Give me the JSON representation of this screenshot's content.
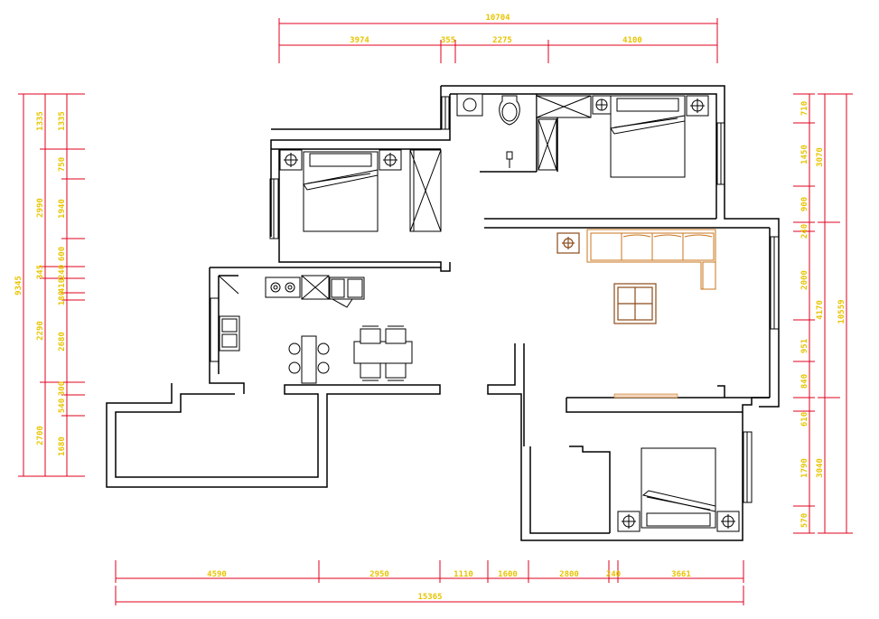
{
  "colors": {
    "dimension_line": "#e0001c",
    "dimension_text": "#e8c400",
    "wall": "#000000",
    "sofa": "#c8741e",
    "table": "#8c4b19"
  },
  "dims": {
    "top_total": "10704",
    "top_segments": [
      "3974",
      "355",
      "2275",
      "4100"
    ],
    "bottom_segments": [
      "4590",
      "2950",
      "1110",
      "1600",
      "2800",
      "240",
      "3661"
    ],
    "bottom_total": "15365",
    "left_total": "9345",
    "left_mid": [
      "1335",
      "2990",
      "345",
      "2290",
      "2700"
    ],
    "left_inner": [
      "1335",
      "750",
      "1940",
      "600",
      "240",
      "410",
      "180",
      "2680",
      "300",
      "540",
      "1680"
    ],
    "right_inner": [
      "710",
      "1450",
      "900",
      "240",
      "2000",
      "951",
      "840",
      "610",
      "1790",
      "570"
    ],
    "right_mid": [
      "3070",
      "4170",
      "3040"
    ],
    "right_total": "10559"
  }
}
